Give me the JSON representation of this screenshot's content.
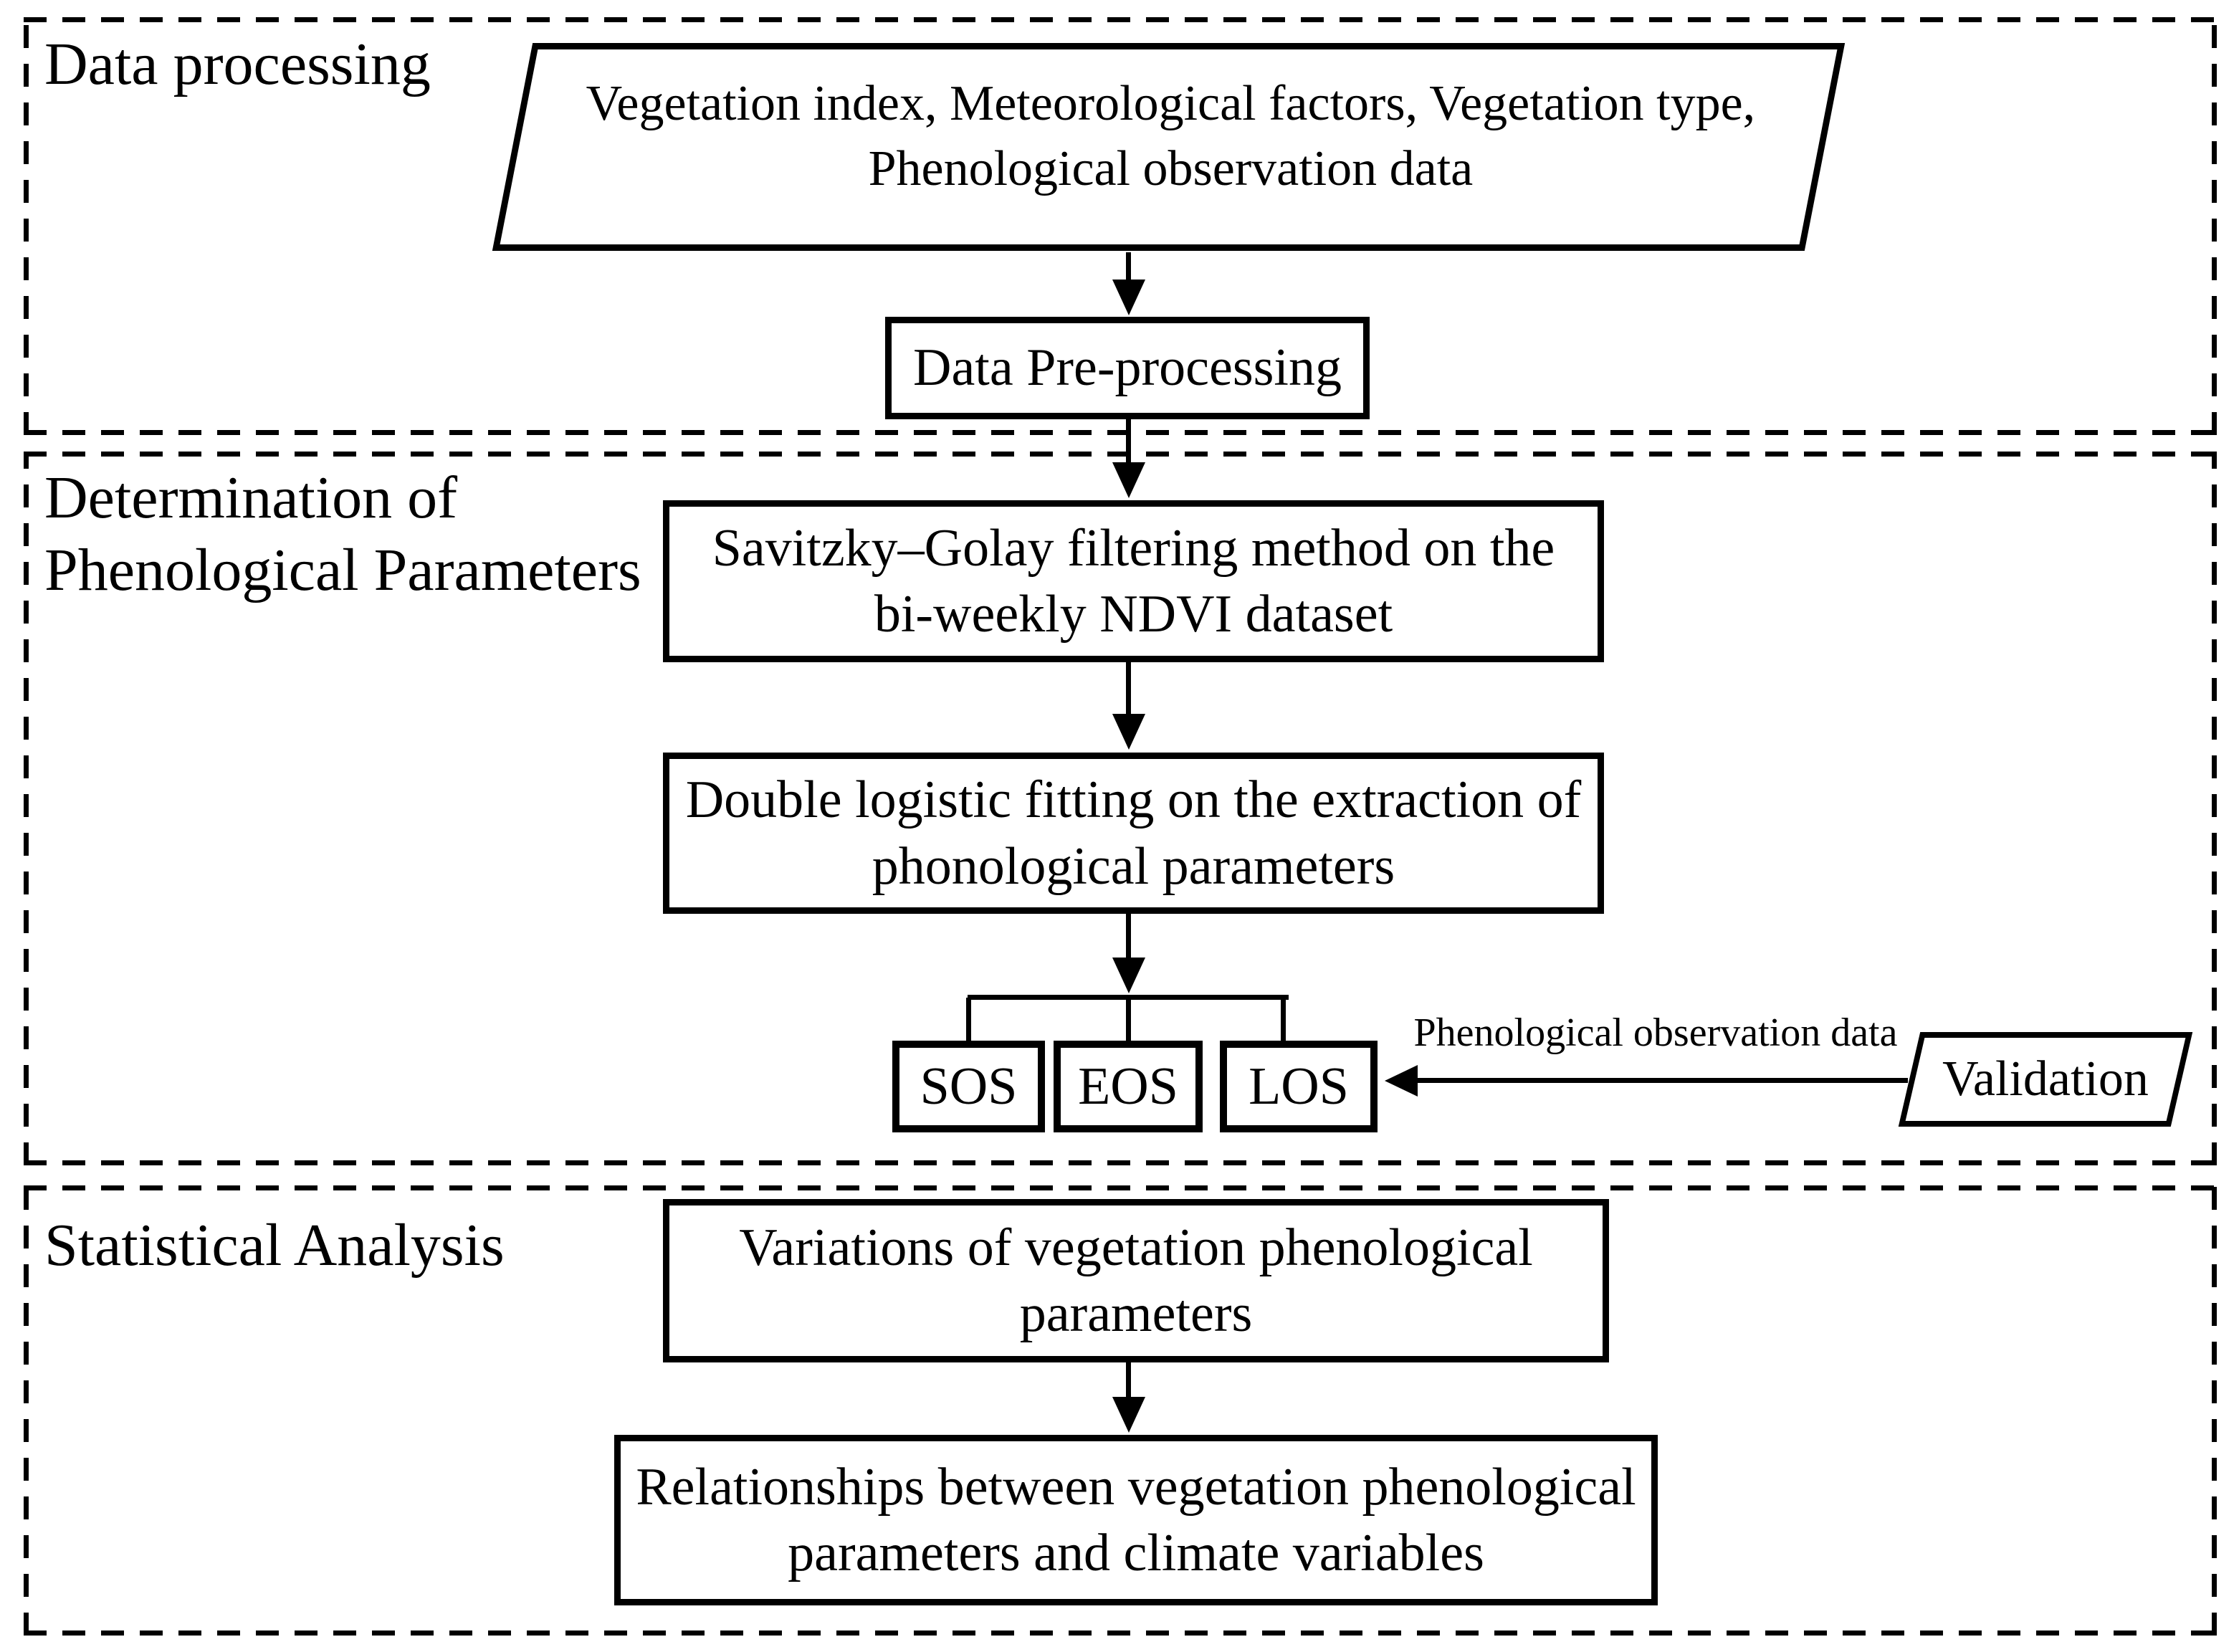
{
  "figure_type": "flowchart",
  "colors": {
    "ink": "#000000",
    "background": "#ffffff"
  },
  "sections": [
    {
      "id": "data-processing",
      "label": "Data processing"
    },
    {
      "id": "determination",
      "label": "Determination of\nPhenological Parameters"
    },
    {
      "id": "statistical-analysis",
      "label": "Statistical Analysis"
    }
  ],
  "nodes": {
    "input_data": {
      "shape": "parallelogram",
      "text": "Vegetation index, Meteorological factors, Vegetation type,\nPhenological observation data"
    },
    "data_preprocessing": {
      "shape": "rect",
      "text": "Data Pre-processing"
    },
    "sg_filtering": {
      "shape": "rect",
      "text": "Savitzky–Golay filtering method on the\nbi-weekly NDVI dataset"
    },
    "double_logistic": {
      "shape": "rect",
      "text": "Double logistic fitting on the extraction of\nphonological parameters"
    },
    "sos": {
      "shape": "rect",
      "text": "SOS"
    },
    "eos": {
      "shape": "rect",
      "text": "EOS"
    },
    "los": {
      "shape": "rect",
      "text": "LOS"
    },
    "validation": {
      "shape": "parallelogram",
      "text": "Validation"
    },
    "variations": {
      "shape": "rect",
      "text": "Variations of vegetation phenological\nparameters"
    },
    "relationships": {
      "shape": "rect",
      "text": "Relationships between vegetation phenological\nparameters and climate variables"
    }
  },
  "edges": {
    "validation_label": "Phenological observation data"
  }
}
